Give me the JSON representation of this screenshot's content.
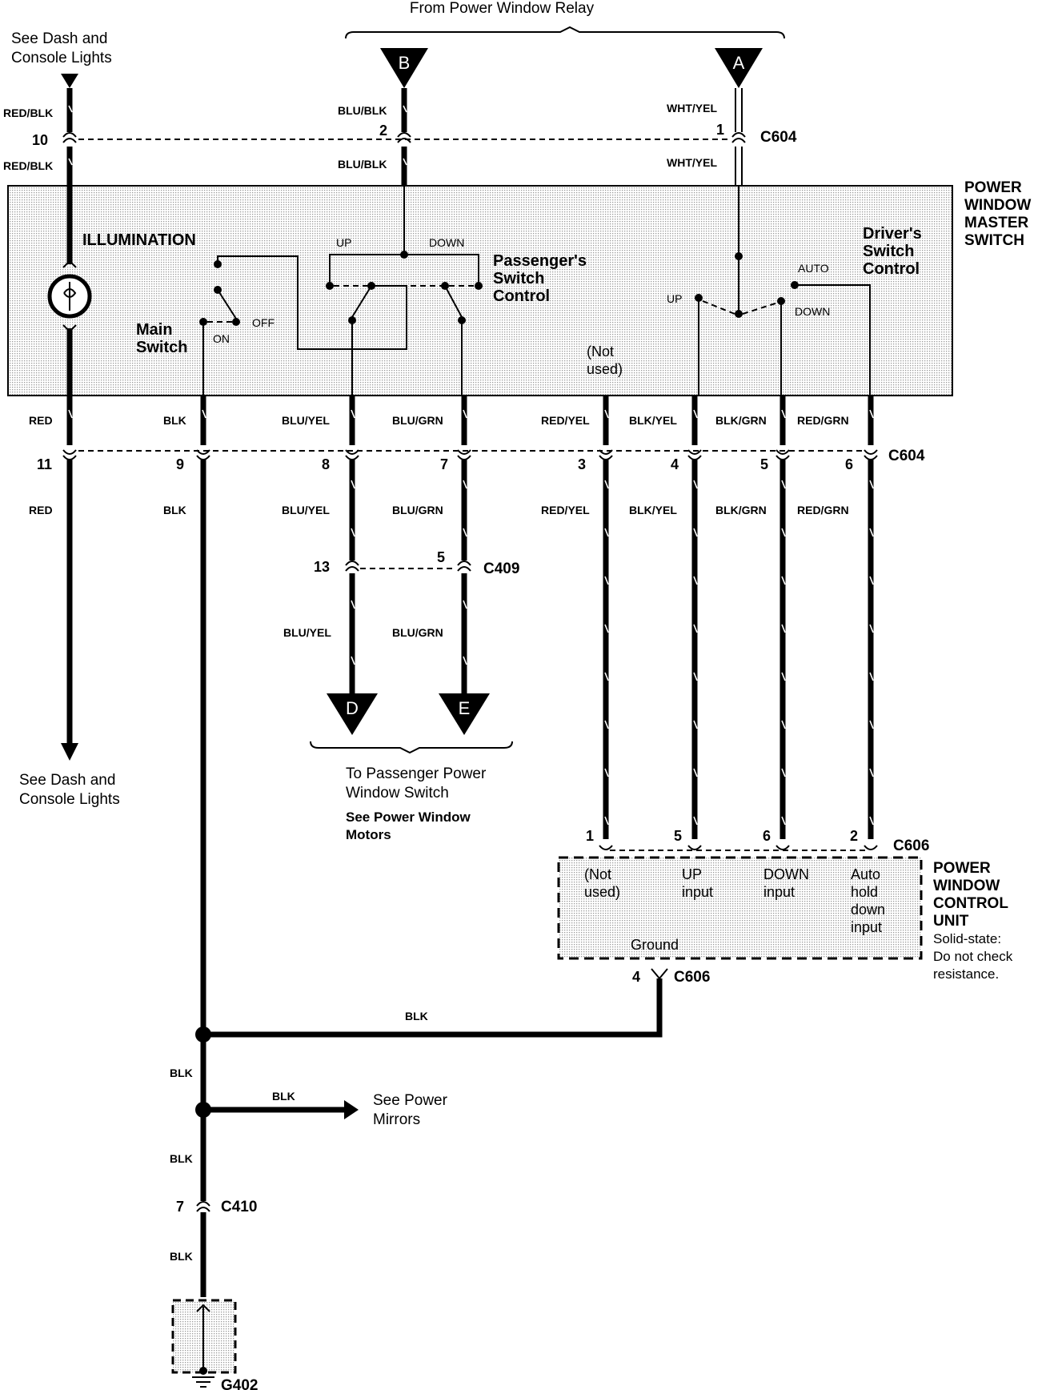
{
  "header": {
    "from_relay": "From Power Window Relay"
  },
  "top_left_note": [
    "See Dash and",
    "Console  Lights"
  ],
  "bottom_left_note": [
    "See Dash and",
    "Console Lights"
  ],
  "terminals": {
    "A": "A",
    "B": "B",
    "D": "D",
    "E": "E"
  },
  "master_switch": {
    "title": [
      "POWER",
      "WINDOW",
      "MASTER",
      "SWITCH"
    ],
    "illumination": "ILLUMINATION",
    "main_switch": [
      "Main",
      "Switch"
    ],
    "on": "ON",
    "off": "OFF",
    "passenger_control": [
      "Passenger's",
      "Switch",
      "Control"
    ],
    "passenger_up": "UP",
    "passenger_down": "DOWN",
    "driver_control": [
      "Driver's",
      "Switch",
      "Control"
    ],
    "driver_up": "UP",
    "driver_auto": "AUTO",
    "driver_down": "DOWN",
    "not_used": [
      "(Not",
      "used)"
    ]
  },
  "top_wires": {
    "left_upper": "RED/BLK",
    "left_lower": "RED/BLK",
    "left_pin": "10",
    "b_upper": "BLU/BLK",
    "b_lower": "BLU/BLK",
    "b_pin": "2",
    "a_upper": "WHT/YEL",
    "a_lower": "WHT/YEL",
    "a_pin": "1",
    "connector": "C604"
  },
  "bottom_wires": {
    "connector": "C604",
    "items": [
      {
        "color_upper": "RED",
        "pin": "11",
        "color_lower": "RED"
      },
      {
        "color_upper": "BLK",
        "pin": "9",
        "color_lower": "BLK"
      },
      {
        "color_upper": "BLU/YEL",
        "pin": "8",
        "color_lower": "BLU/YEL"
      },
      {
        "color_upper": "BLU/GRN",
        "pin": "7",
        "color_lower": "BLU/GRN"
      },
      {
        "color_upper": "RED/YEL",
        "pin": "3",
        "color_lower": "RED/YEL"
      },
      {
        "color_upper": "BLK/YEL",
        "pin": "4",
        "color_lower": "BLK/YEL"
      },
      {
        "color_upper": "BLK/GRN",
        "pin": "5",
        "color_lower": "BLK/GRN"
      },
      {
        "color_upper": "RED/GRN",
        "pin": "6",
        "color_lower": "RED/GRN"
      }
    ]
  },
  "c409": {
    "connector": "C409",
    "pin_left": "13",
    "pin_right": "5",
    "left_color": "BLU/YEL",
    "right_color": "BLU/GRN"
  },
  "passenger_note": {
    "line1": "To Passenger Power",
    "line2": "Window Switch",
    "line3": "See Power Window",
    "line4": "Motors"
  },
  "control_unit": {
    "connector_top": "C606",
    "connector_bottom": "C606",
    "pins_top": [
      "1",
      "5",
      "6",
      "2"
    ],
    "pin_bottom": "4",
    "title": [
      "POWER",
      "WINDOW",
      "CONTROL",
      "UNIT"
    ],
    "note": [
      "Solid-state:",
      "Do not check",
      "resistance."
    ],
    "not_used": [
      "(Not",
      "used)"
    ],
    "up_input": [
      "UP",
      "input"
    ],
    "down_input": [
      "DOWN",
      "input"
    ],
    "auto_input": [
      "Auto",
      "hold",
      "down",
      "input"
    ],
    "ground": "Ground"
  },
  "ground_circuit": {
    "blk_to_unit": "BLK",
    "blk_1": "BLK",
    "blk_to_mirrors": "BLK",
    "mirrors_note": [
      "See Power",
      "Mirrors"
    ],
    "blk_2": "BLK",
    "c410_pin": "7",
    "c410": "C410",
    "blk_3": "BLK",
    "ground": "G402"
  }
}
